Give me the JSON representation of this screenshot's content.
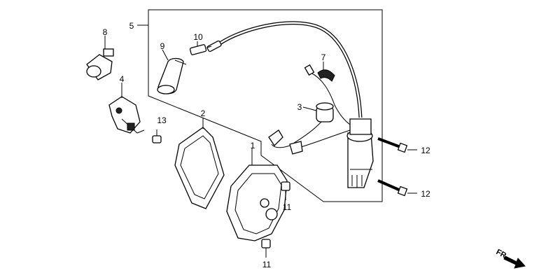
{
  "callouts": {
    "c1": "1",
    "c2": "2",
    "c3": "3",
    "c4": "4",
    "c5": "5",
    "c7": "7",
    "c8": "8",
    "c9": "9",
    "c10": "10",
    "c11a": "11",
    "c11b": "11",
    "c12a": "12",
    "c12b": "12",
    "c13": "13"
  },
  "direction": {
    "label": "FR.",
    "icon": "arrow-down-right-icon"
  }
}
